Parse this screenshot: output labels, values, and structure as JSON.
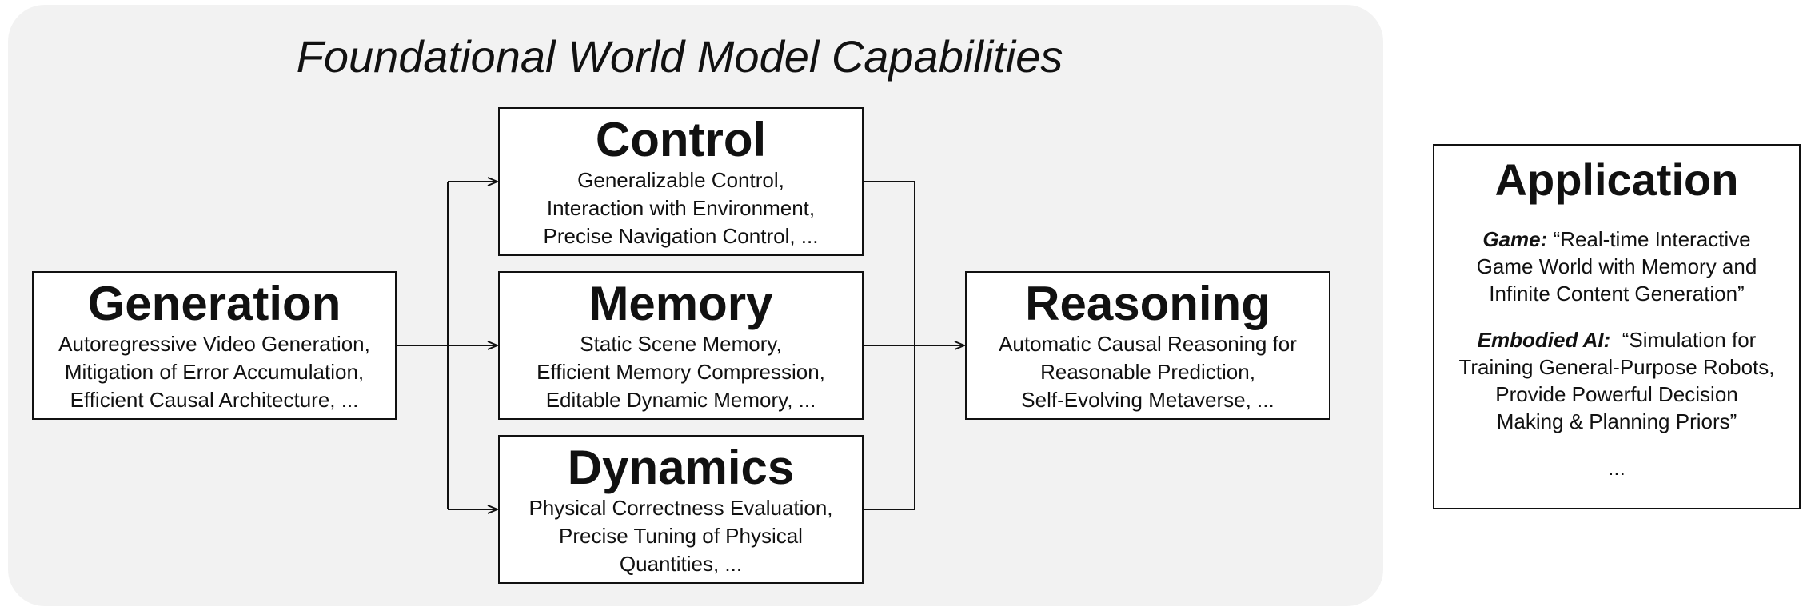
{
  "title": "Foundational World Model Capabilities",
  "boxes": {
    "generation": {
      "title": "Generation",
      "lines": [
        "Autoregressive Video Generation,",
        "Mitigation of Error Accumulation,",
        "Efficient Causal Architecture, ..."
      ]
    },
    "control": {
      "title": "Control",
      "lines": [
        "Generalizable Control,",
        "Interaction with Environment,",
        "Precise Navigation Control, ..."
      ]
    },
    "memory": {
      "title": "Memory",
      "lines": [
        "Static Scene Memory,",
        "Efficient Memory Compression,",
        "Editable Dynamic Memory, ..."
      ]
    },
    "dynamics": {
      "title": "Dynamics",
      "lines": [
        "Physical Correctness Evaluation,",
        "Precise Tuning of Physical",
        "Quantities, ..."
      ]
    },
    "reasoning": {
      "title": "Reasoning",
      "lines": [
        "Automatic Causal Reasoning for",
        "Reasonable Prediction,",
        "Self-Evolving Metaverse, ..."
      ]
    }
  },
  "application": {
    "title": "Application",
    "game_label": "Game:",
    "game_lines": [
      "“Real-time Interactive",
      "Game World with Memory and",
      "Infinite Content Generation”"
    ],
    "embodied_label": "Embodied AI:",
    "embodied_lines": [
      "“Simulation for",
      "Training General-Purpose Robots,",
      "Provide Powerful Decision",
      "Making & Planning Priors”"
    ],
    "ellipsis": "..."
  }
}
